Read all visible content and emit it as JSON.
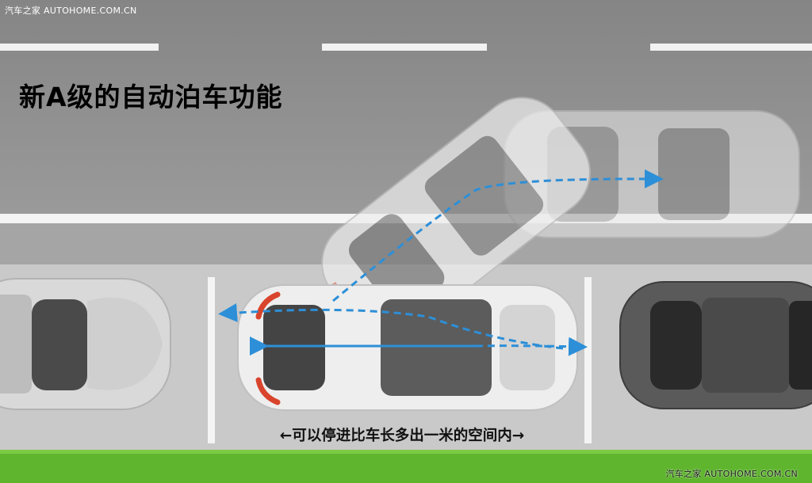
{
  "watermark_top": "汽车之家 AUTOHOME.COM.CN",
  "watermark_bottom": "汽车之家 AUTOHOME.COM.CN",
  "title": "新A级的自动泊车功能",
  "caption": "←可以停进比车长多出一米的空间内→",
  "colors": {
    "road": "#8f8f8f",
    "lane_marking": "#ffffff",
    "grass": "#5fb52e",
    "path_arrow": "#2d8fd8",
    "sensor_highlight": "#d9442c"
  },
  "icons": [
    "parked-car-left",
    "parked-car-right",
    "ego-car-parked",
    "ego-car-reversing",
    "ego-car-approach",
    "path-arrows"
  ]
}
